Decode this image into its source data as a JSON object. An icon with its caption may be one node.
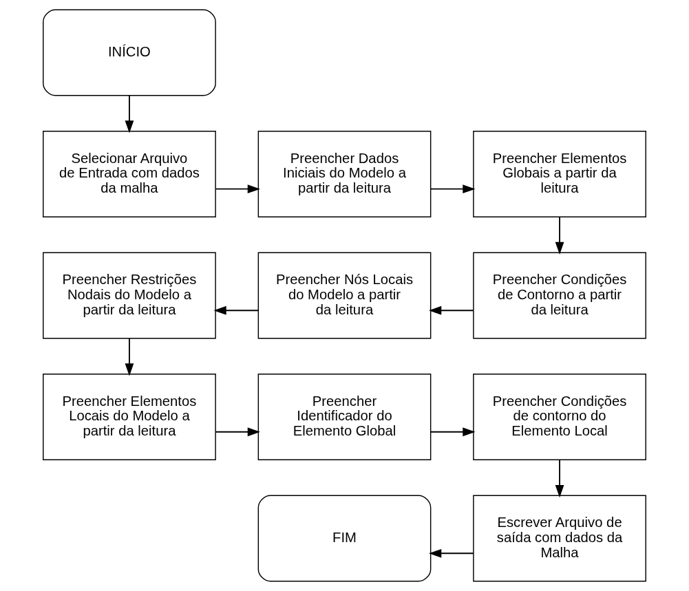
{
  "diagram": {
    "nodes": [
      {
        "text": [
          "INÍCIO"
        ]
      },
      {
        "text": [
          "Selecionar Arquivo de Entrada com dados da malha"
        ]
      },
      {
        "text": [
          "Preencher Dados Iniciais do Modelo a partir da leitura"
        ]
      },
      {
        "text": [
          "Preencher Elementos Globais a partir da leitura"
        ]
      },
      {
        "text": [
          "Preencher Restrições Nodais do Modelo a partir da leitura"
        ]
      },
      {
        "text": [
          "Preencher Nós Locais do Modelo a partir da leitura"
        ]
      },
      {
        "text": [
          "Preencher Condições de Contorno a partir da leitura"
        ]
      },
      {
        "text": [
          "Preencher Elementos Locais do Modelo a partir da leitura"
        ]
      },
      {
        "text": [
          "Preencher Identificador do Elemento Global"
        ]
      },
      {
        "text": [
          "Preencher Condições de contorno do Elemento Local"
        ]
      },
      {
        "text": [
          "FIM"
        ]
      },
      {
        "text": [
          "Escrever Arquivo de saída com dados da Malha"
        ]
      }
    ],
    "edges": [
      {
        "from": 0,
        "to": 1,
        "arrow": "to"
      },
      {
        "from": 1,
        "to": 2,
        "arrow": "to"
      },
      {
        "from": 2,
        "to": 3,
        "arrow": "to"
      },
      {
        "from": 3,
        "to": 6,
        "arrow": "to"
      },
      {
        "from": 6,
        "to": 5,
        "arrow": "to"
      },
      {
        "from": 5,
        "to": 4,
        "arrow": "to"
      },
      {
        "from": 4,
        "to": 7,
        "arrow": "to"
      },
      {
        "from": 7,
        "to": 8,
        "arrow": "to"
      },
      {
        "from": 8,
        "to": 9,
        "arrow": "to"
      },
      {
        "from": 9,
        "to": 11,
        "arrow": "to"
      },
      {
        "from": 11,
        "to": 10,
        "arrow": "to"
      }
    ]
  }
}
